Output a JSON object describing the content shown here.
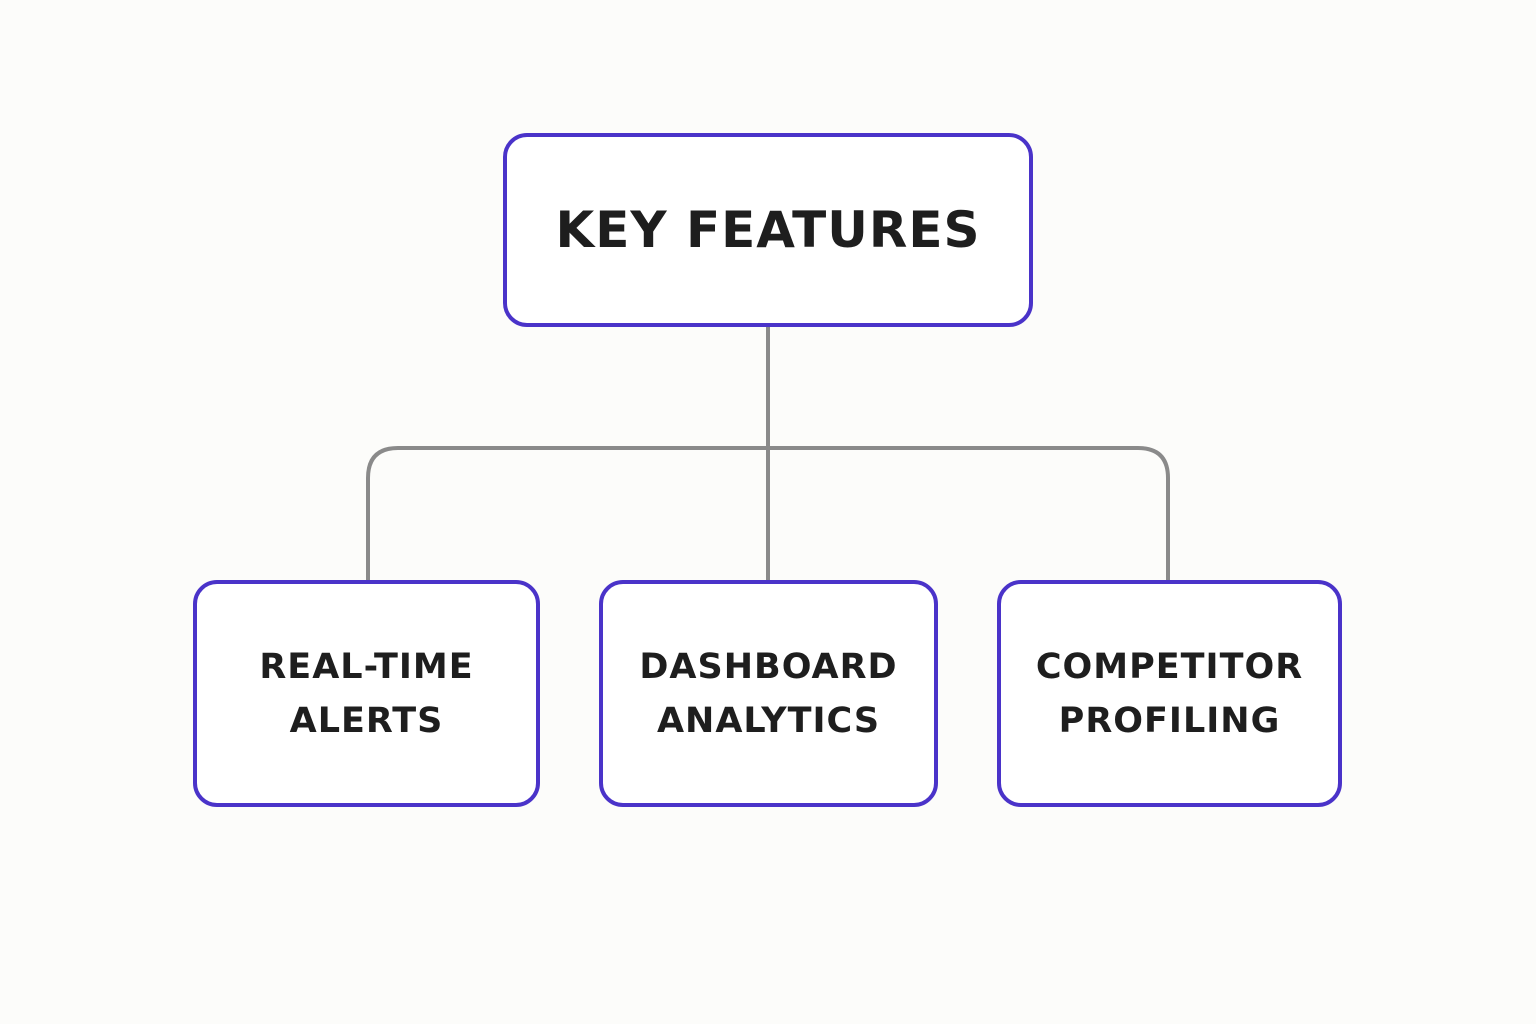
{
  "diagram": {
    "root": {
      "label": "KEY FEATURES"
    },
    "children": [
      {
        "line1": "REAL-TIME",
        "line2": "ALERTS"
      },
      {
        "line1": "DASHBOARD",
        "line2": "ANALYTICS"
      },
      {
        "line1": "COMPETITOR",
        "line2": "PROFILING"
      }
    ]
  },
  "colors": {
    "background": "#fcfcfa",
    "node_border": "#4a33c9",
    "node_fill": "#ffffff",
    "connector": "#8a8a8a",
    "text": "#1e1e1e"
  }
}
